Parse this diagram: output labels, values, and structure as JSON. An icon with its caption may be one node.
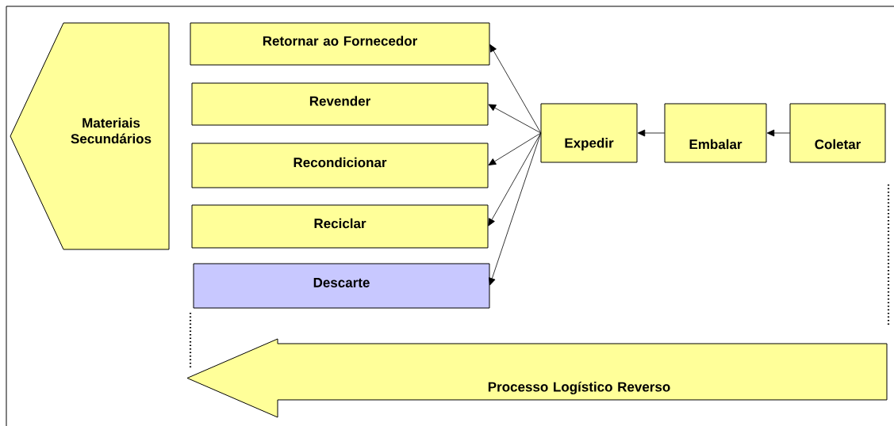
{
  "diagram": {
    "nodes": [
      {
        "text": [
          "Materiais Secundários"
        ]
      },
      {
        "text": [
          "Retornar ao Fornecedor"
        ]
      },
      {
        "text": [
          "Revender"
        ]
      },
      {
        "text": [
          "Recondicionar"
        ]
      },
      {
        "text": [
          "Reciclar"
        ]
      },
      {
        "text": [
          "Descarte"
        ]
      },
      {
        "text": [
          "Expedir"
        ]
      },
      {
        "text": [
          "Embalar"
        ]
      },
      {
        "text": [
          "Coletar"
        ]
      },
      {
        "text": [
          "Processo Logístico Reverso"
        ]
      }
    ],
    "edges": [
      {
        "from": 6,
        "to": 1,
        "arrow": "to"
      },
      {
        "from": 6,
        "to": 2,
        "arrow": "to"
      },
      {
        "from": 6,
        "to": 3,
        "arrow": "to"
      },
      {
        "from": 6,
        "to": 4,
        "arrow": "to"
      },
      {
        "from": 6,
        "to": 5,
        "arrow": "to"
      },
      {
        "from": 7,
        "to": 6,
        "arrow": "to"
      },
      {
        "from": 8,
        "to": 7,
        "arrow": "to"
      }
    ]
  }
}
